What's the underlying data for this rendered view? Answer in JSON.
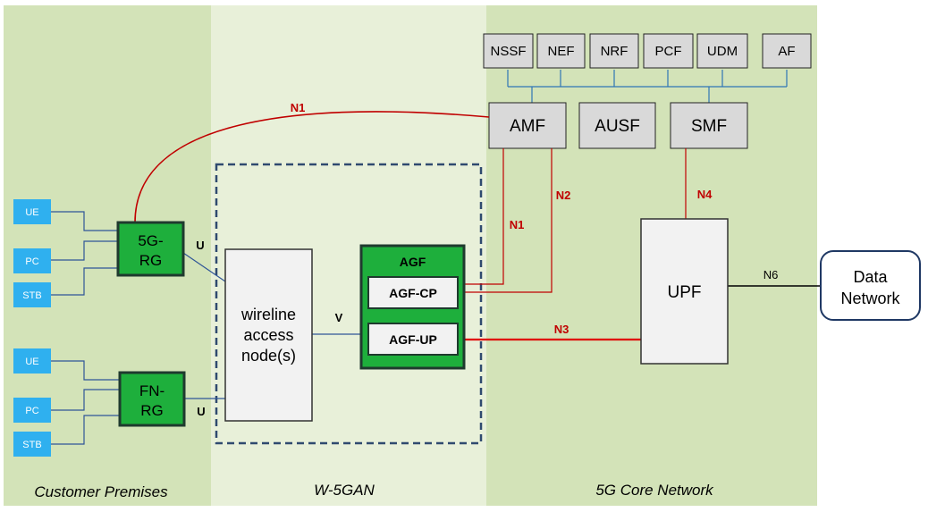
{
  "zones": {
    "customer": {
      "label": "Customer Premises",
      "color": "#d3e3b8"
    },
    "w5gan": {
      "label": "W-5GAN",
      "color": "#e8f0d9"
    },
    "core": {
      "label": "5G Core Network",
      "color": "#d3e3b8"
    }
  },
  "nf_top": [
    "NSSF",
    "NEF",
    "NRF",
    "PCF",
    "UDM",
    "AF"
  ],
  "nf_mid": [
    "AMF",
    "AUSF",
    "SMF"
  ],
  "devices_group1": [
    "UE",
    "PC",
    "STB"
  ],
  "devices_group2": [
    "UE",
    "PC",
    "STB"
  ],
  "rg1": [
    "5G-",
    "RG"
  ],
  "rg2": [
    "FN-",
    "RG"
  ],
  "wireline": [
    "wireline",
    "access",
    "node(s)"
  ],
  "agf": {
    "title": "AGF",
    "cp": "AGF-CP",
    "up": "AGF-UP"
  },
  "upf": "UPF",
  "data_network": [
    "Data",
    "Network"
  ],
  "links": {
    "n1_top": "N1",
    "n1_agf": "N1",
    "n2": "N2",
    "n4": "N4",
    "n3": "N3",
    "n6": "N6",
    "u1": "U",
    "u2": "U",
    "v": "V"
  },
  "colors": {
    "device": "#2fb0ef",
    "rg_green": "#1eaf3c",
    "border_dark": "#1f4e3d",
    "link_blue": "#2f5597",
    "link_red": "#c00000",
    "nf_gray": "#d9d9d9"
  }
}
